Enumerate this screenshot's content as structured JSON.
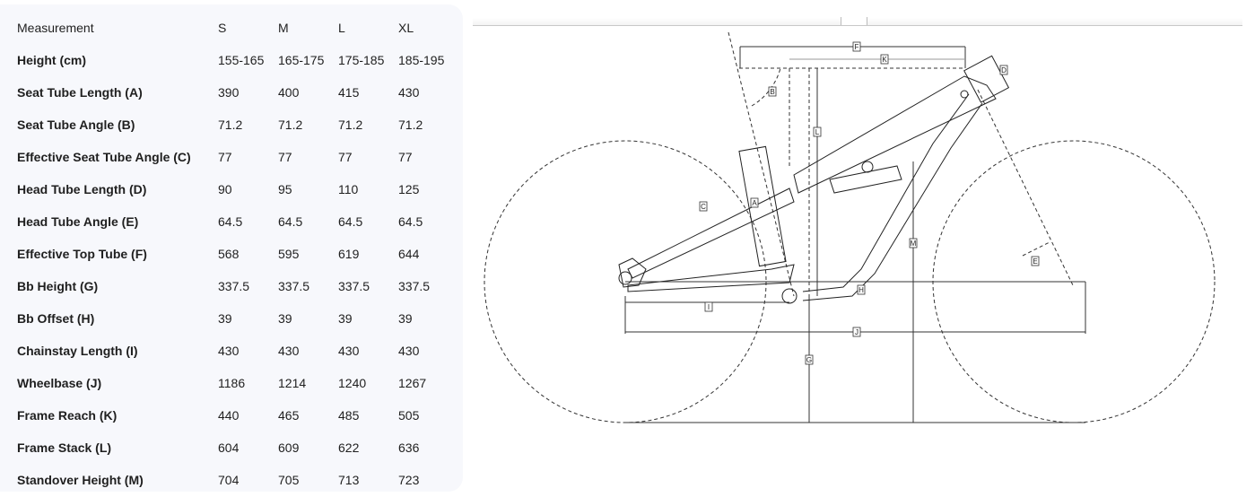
{
  "table": {
    "headers": [
      "Measurement",
      "S",
      "M",
      "L",
      "XL"
    ],
    "rows": [
      {
        "name": "Height (cm)",
        "values": [
          "155-165",
          "165-175",
          "175-185",
          "185-195"
        ]
      },
      {
        "name": "Seat Tube Length (A)",
        "values": [
          "390",
          "400",
          "415",
          "430"
        ]
      },
      {
        "name": "Seat Tube Angle (B)",
        "values": [
          "71.2",
          "71.2",
          "71.2",
          "71.2"
        ]
      },
      {
        "name": "Effective Seat Tube Angle (C)",
        "values": [
          "77",
          "77",
          "77",
          "77"
        ]
      },
      {
        "name": "Head Tube Length (D)",
        "values": [
          "90",
          "95",
          "110",
          "125"
        ]
      },
      {
        "name": "Head Tube Angle (E)",
        "values": [
          "64.5",
          "64.5",
          "64.5",
          "64.5"
        ]
      },
      {
        "name": "Effective Top Tube (F)",
        "values": [
          "568",
          "595",
          "619",
          "644"
        ]
      },
      {
        "name": "Bb Height (G)",
        "values": [
          "337.5",
          "337.5",
          "337.5",
          "337.5"
        ]
      },
      {
        "name": "Bb Offset (H)",
        "values": [
          "39",
          "39",
          "39",
          "39"
        ]
      },
      {
        "name": "Chainstay Length (I)",
        "values": [
          "430",
          "430",
          "430",
          "430"
        ]
      },
      {
        "name": "Wheelbase (J)",
        "values": [
          "1186",
          "1214",
          "1240",
          "1267"
        ]
      },
      {
        "name": "Frame Reach (K)",
        "values": [
          "440",
          "465",
          "485",
          "505"
        ]
      },
      {
        "name": "Frame Stack (L)",
        "values": [
          "604",
          "609",
          "622",
          "636"
        ]
      },
      {
        "name": "Standover Height (M)",
        "values": [
          "704",
          "705",
          "713",
          "723"
        ]
      }
    ]
  },
  "diagram": {
    "labels": {
      "F": "F",
      "K": "K",
      "B": "B",
      "L": "L",
      "D": "D",
      "A": "A",
      "C": "C",
      "E": "E",
      "M": "M",
      "H": "H",
      "I": "I",
      "J": "J",
      "G": "G"
    }
  }
}
